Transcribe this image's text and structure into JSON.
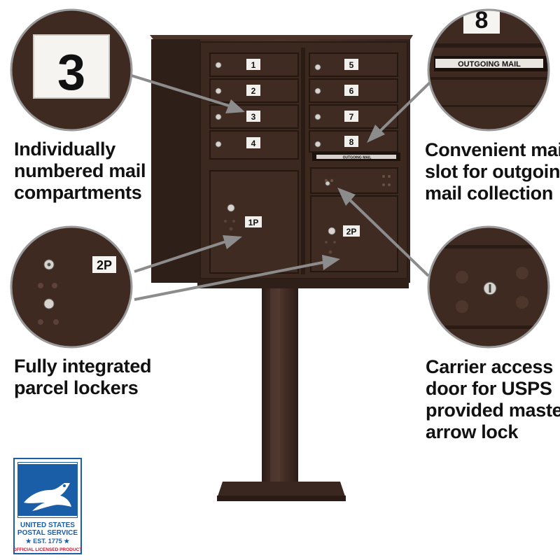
{
  "captions": {
    "compartments": [
      "Individually",
      "numbered mail",
      "compartments"
    ],
    "outgoing": [
      "Convenient mail",
      "slot for outgoing",
      "mail collection"
    ],
    "parcel": [
      "Fully integrated",
      "parcel lockers"
    ],
    "carrier": [
      "Carrier access",
      "door for USPS",
      "provided master",
      "arrow lock"
    ]
  },
  "compartment_labels": [
    "1",
    "2",
    "3",
    "4",
    "5",
    "6",
    "7",
    "8"
  ],
  "parcel_labels": [
    "1P",
    "2P"
  ],
  "outgoing_slot_label": "OUTGOING MAIL",
  "zoom_labels": {
    "compartment_number": "3",
    "outgoing_number": "8",
    "outgoing_text": "OUTGOING MAIL",
    "parcel_number": "2P"
  },
  "logo": {
    "line1": "UNITED STATES",
    "line2": "POSTAL SERVICE",
    "line3": "★ EST. 1775 ★",
    "line4": "OFFICIAL LICENSED PRODUCT"
  },
  "colors": {
    "bronze": "#3d2921",
    "bronze_dark": "#2a1b15",
    "bronze_light": "#5a4037",
    "usps_blue": "#1b5ea8",
    "usps_red": "#c8102e"
  }
}
